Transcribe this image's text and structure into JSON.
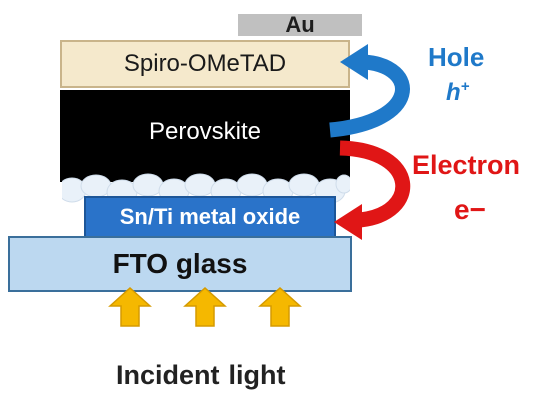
{
  "layers": {
    "au": "Au",
    "spiro": "Spiro-OMeTAD",
    "perovskite": "Perovskite",
    "sn_ti": "Sn/Ti metal oxide",
    "fto": "FTO glass"
  },
  "charges": {
    "hole": "Hole",
    "hole_symbol": "h",
    "hole_sup": "+",
    "electron": "Electron",
    "electron_symbol": "e−"
  },
  "light": {
    "word1": "Incident",
    "word2": "light"
  },
  "colors": {
    "hole": "#1f79c9",
    "electron": "#e01616",
    "arrow_light": "#f5b800"
  }
}
